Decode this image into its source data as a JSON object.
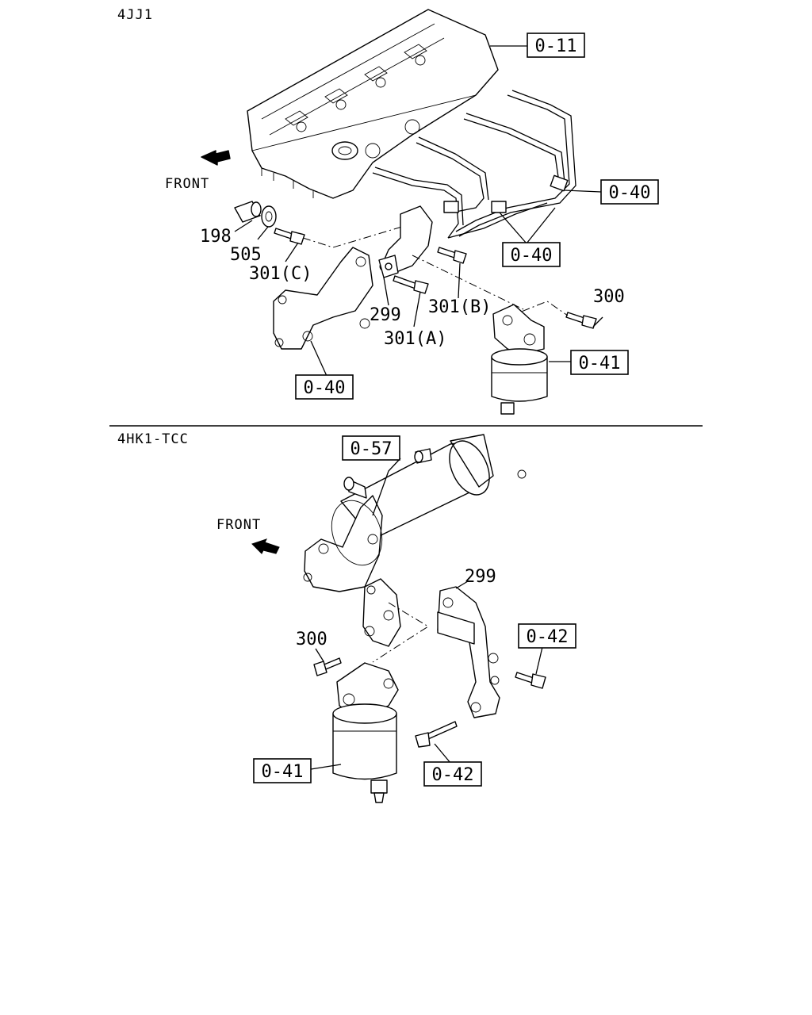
{
  "sections": {
    "top": {
      "title": "4JJ1",
      "front_label": "FRONT"
    },
    "bottom": {
      "title": "4HK1-TCC",
      "front_label": "FRONT"
    }
  },
  "callouts": {
    "top": {
      "box_0_11": "0-11",
      "box_0_40_a": "0-40",
      "box_0_40_b": "0-40",
      "box_0_40_c": "0-40",
      "box_0_41": "0-41",
      "n198": "198",
      "n505": "505",
      "n301c": "301(C)",
      "n299": "299",
      "n301b": "301(B)",
      "n301a": "301(A)",
      "n300": "300"
    },
    "bottom": {
      "box_0_57": "0-57",
      "box_0_42_a": "0-42",
      "box_0_42_b": "0-42",
      "box_0_41": "0-41",
      "n299": "299",
      "n300": "300"
    }
  },
  "icons": [
    "front-arrow-icon"
  ],
  "colors": {
    "ink": "#000000",
    "background": "#ffffff"
  }
}
